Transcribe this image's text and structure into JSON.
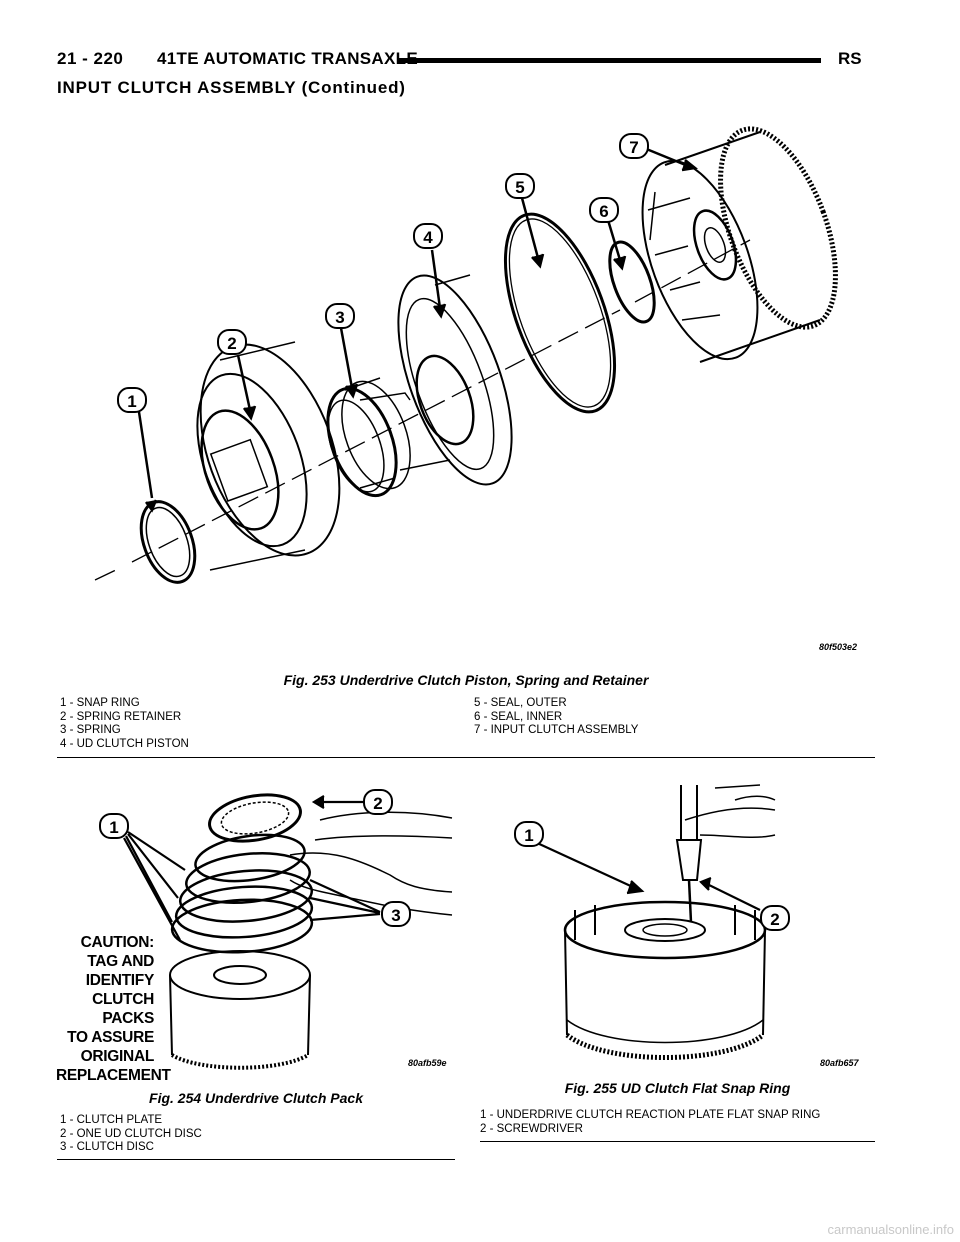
{
  "header": {
    "page_number": "21 - 220",
    "manual_title": "41TE AUTOMATIC TRANSAXLE",
    "code": "RS"
  },
  "section_title": "INPUT CLUTCH ASSEMBLY (Continued)",
  "figures": [
    {
      "caption": "Fig. 253 Underdrive Clutch Piston, Spring and Retainer",
      "art_code": "80f503e2",
      "callouts": [
        "1",
        "2",
        "3",
        "4",
        "5",
        "6",
        "7"
      ],
      "legend_left": [
        "1 - SNAP RING",
        "2 - SPRING RETAINER",
        "3 - SPRING",
        "4 - UD CLUTCH PISTON"
      ],
      "legend_right": [
        "5 - SEAL, OUTER",
        "6 - SEAL, INNER",
        "7 - INPUT CLUTCH ASSEMBLY"
      ]
    },
    {
      "caption": "Fig. 254 Underdrive Clutch Pack",
      "art_code": "80afb59e",
      "callouts": [
        "1",
        "2",
        "3"
      ],
      "caution_lines": [
        "CAUTION:",
        "TAG AND",
        "IDENTIFY",
        "CLUTCH",
        "PACKS",
        "TO ASSURE",
        "ORIGINAL",
        "REPLACEMENT"
      ],
      "legend": [
        "1 - CLUTCH PLATE",
        "2 - ONE UD CLUTCH DISC",
        "3 - CLUTCH DISC"
      ]
    },
    {
      "caption": "Fig. 255 UD Clutch Flat Snap Ring",
      "art_code": "80afb657",
      "callouts": [
        "1",
        "2"
      ],
      "legend": [
        "1 - UNDERDRIVE CLUTCH REACTION PLATE FLAT SNAP RING",
        "2 - SCREWDRIVER"
      ]
    }
  ],
  "watermark": "carmanualsonline.info"
}
